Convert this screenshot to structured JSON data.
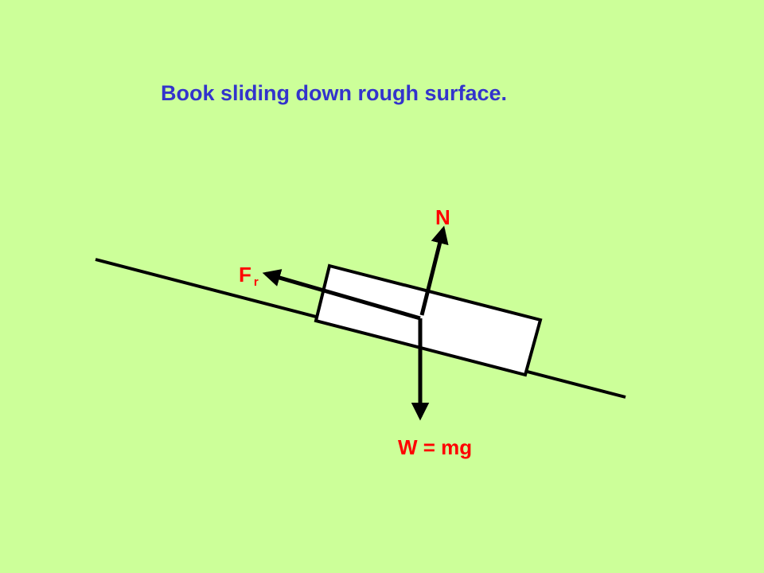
{
  "title": "Book sliding down rough surface.",
  "labels": {
    "normal": "N",
    "friction_main": "F",
    "friction_sub": "r",
    "weight": "W = mg"
  },
  "colors": {
    "background": "#ccff99",
    "title": "#3333cc",
    "label": "#ff0000",
    "stroke": "#000000",
    "book_fill": "#ffffff"
  }
}
